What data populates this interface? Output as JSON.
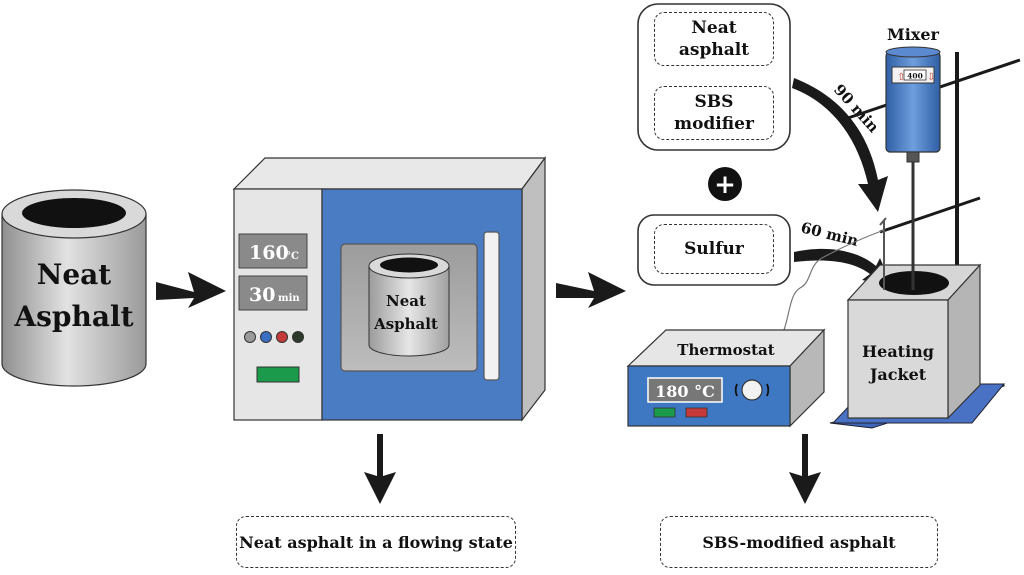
{
  "cylinder_label_line1": "Neat",
  "cylinder_label_line2": "Asphalt",
  "oven": {
    "temperature": "160",
    "temperature_unit": "°C",
    "time": "30",
    "time_unit": "min",
    "sample_line1": "Neat",
    "sample_line2": "Asphalt"
  },
  "materials": {
    "item1_line1": "Neat",
    "item1_line2": "asphalt",
    "item2_line1": "SBS",
    "item2_line2": "modifier",
    "plus": "+",
    "item3": "Sulfur"
  },
  "durations": {
    "mix_time": "90 min",
    "sulfur_time": "60 min"
  },
  "mixer": {
    "title": "Mixer",
    "speed": "400"
  },
  "thermostat": {
    "title": "Thermostat",
    "temperature": "180 °C"
  },
  "heating_jacket": {
    "line1": "Heating",
    "line2": "Jacket"
  },
  "results": {
    "oven_output": "Neat asphalt in a flowing state",
    "final_output": "SBS-modified asphalt"
  },
  "colors": {
    "oven_blue": "#4a7cc4",
    "panel_gray": "#8a8a8a",
    "dark": "#1a1a1a",
    "thermo_blue": "#3f78c2"
  }
}
